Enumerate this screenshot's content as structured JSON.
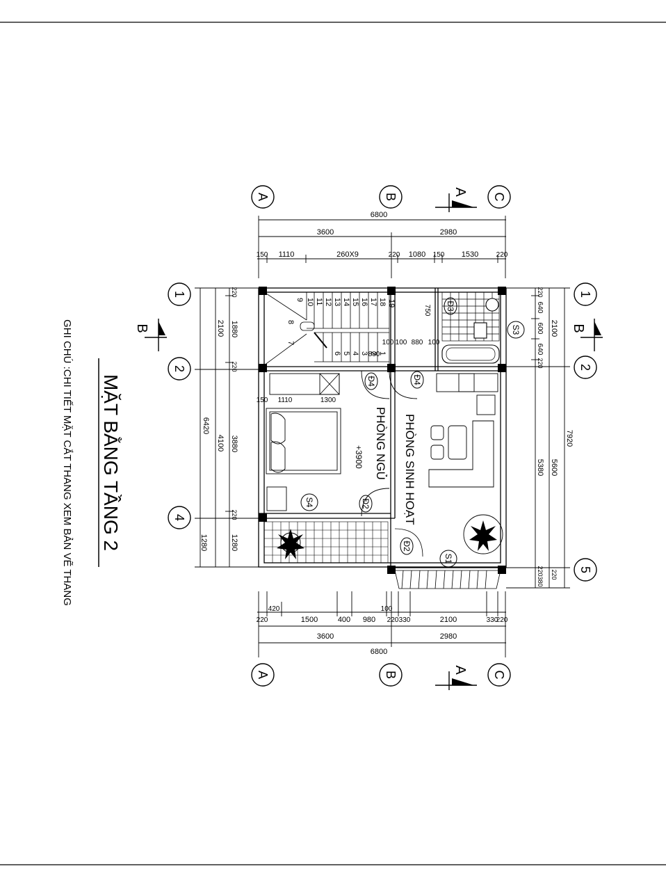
{
  "title": {
    "main": "MẶT BẰNG TẦNG 2",
    "note": "GHI CHÚ :CHI TIẾT MẶT CẮT THANG XEM BẢN VẼ THANG"
  },
  "axes": {
    "letters": [
      "A",
      "B",
      "C"
    ],
    "numbers_left": [
      "1",
      "2",
      "4"
    ],
    "numbers_right": [
      "1",
      "2",
      "5"
    ]
  },
  "section_marks": {
    "a": "A",
    "b": "B"
  },
  "rooms": {
    "bedroom": "PHÒNG NGỦ",
    "living": "PHÒNG SINH HOẠT",
    "level": "+3900"
  },
  "dims": {
    "top_total": "6800",
    "top_a_b": "3600",
    "top_b_c": "2980",
    "top_row": [
      "150",
      "1110",
      "260X9",
      "220",
      "1080",
      "150",
      "1530",
      "220"
    ],
    "bottom_total": "6800",
    "bottom_a_b": "3600",
    "bottom_b_c": "2980",
    "bottom_row": [
      "220",
      "1500",
      "400",
      "980",
      "220",
      "330",
      "2100",
      "330",
      "220"
    ],
    "bottom_extra": [
      "420",
      "100"
    ],
    "left_total": "6420",
    "left_outer": [
      "2100",
      "4100",
      "1280"
    ],
    "left_inner": [
      "220",
      "1880",
      "220",
      "3880",
      "220",
      "1280"
    ],
    "right_total": "7920",
    "right_outer": [
      "2100",
      "5600",
      "220"
    ],
    "right_inner": [
      "220",
      "640",
      "600",
      "640",
      "220",
      "5380",
      "220",
      "380"
    ],
    "interior": [
      "880",
      "100",
      "100",
      "880",
      "100",
      "750",
      "150",
      "1110",
      "1300"
    ]
  },
  "stair_steps": [
    "1",
    "2",
    "3",
    "4",
    "5",
    "6",
    "7",
    "8",
    "9",
    "10",
    "11",
    "12",
    "13",
    "14",
    "15",
    "16",
    "17",
    "18",
    "19"
  ],
  "tags": {
    "d1": "Đ4",
    "d2": "Đ4",
    "d3": "Đ2",
    "d4": "Đ2",
    "d5": "Đ3",
    "s1": "S1",
    "s3": "S3",
    "s4": "S4"
  }
}
